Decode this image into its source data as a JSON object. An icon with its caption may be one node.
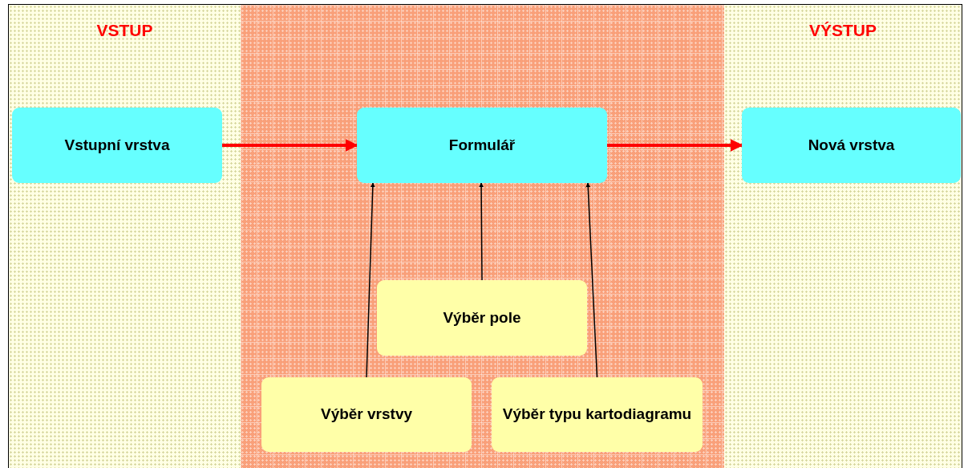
{
  "diagram": {
    "nodes": [
      {
        "text": [
          "VSTUP"
        ]
      },
      {
        "text": [
          "Vstupní vrstva"
        ],
        "in": 0
      },
      {
        "text": [],
        "shape": "band"
      },
      {
        "text": [
          "Formulář"
        ],
        "in": 2
      },
      {
        "text": [
          "Výběr pole"
        ],
        "in": 2
      },
      {
        "text": [
          "Výběr vrstvy"
        ],
        "in": 2
      },
      {
        "text": [
          "Výběr typu kartodiagramu"
        ],
        "in": 2
      },
      {
        "text": [
          "VÝSTUP"
        ]
      },
      {
        "text": [
          "Nová vrstva"
        ],
        "in": 7
      }
    ],
    "edges": [
      {
        "from": 1,
        "to": 3,
        "arrow": "to",
        "style": "thick",
        "color": "#ff0000"
      },
      {
        "from": 3,
        "to": 8,
        "arrow": "to",
        "style": "thick",
        "color": "#ff0000"
      },
      {
        "from": 5,
        "to": 3,
        "arrow": "to"
      },
      {
        "from": 4,
        "to": 3,
        "arrow": "to"
      },
      {
        "from": 6,
        "to": 3,
        "arrow": "to"
      }
    ]
  }
}
